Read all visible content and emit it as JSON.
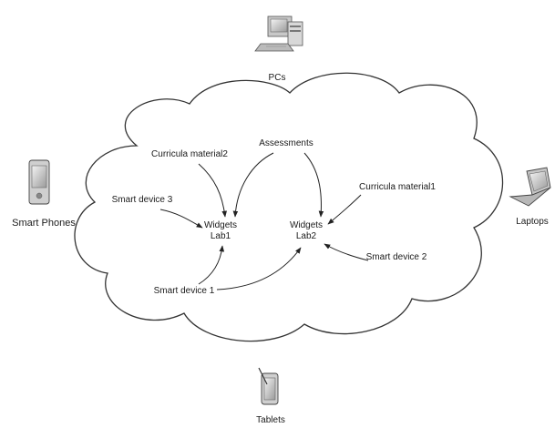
{
  "devices": {
    "pcs": "PCs",
    "smart_phones": "Smart Phones",
    "laptops": "Laptops",
    "tablets": "Tablets"
  },
  "cloud": {
    "sources": {
      "curricula_material2": "Curricula material2",
      "assessments": "Assessments",
      "smart_device3": "Smart device 3",
      "curricula_material1": "Curricula material1",
      "smart_device2": "Smart device 2",
      "smart_device1": "Smart device 1"
    },
    "lab1": {
      "line1": "Widgets",
      "line2": "Lab1"
    },
    "lab2": {
      "line1": "Widgets",
      "line2": "Lab2"
    }
  }
}
